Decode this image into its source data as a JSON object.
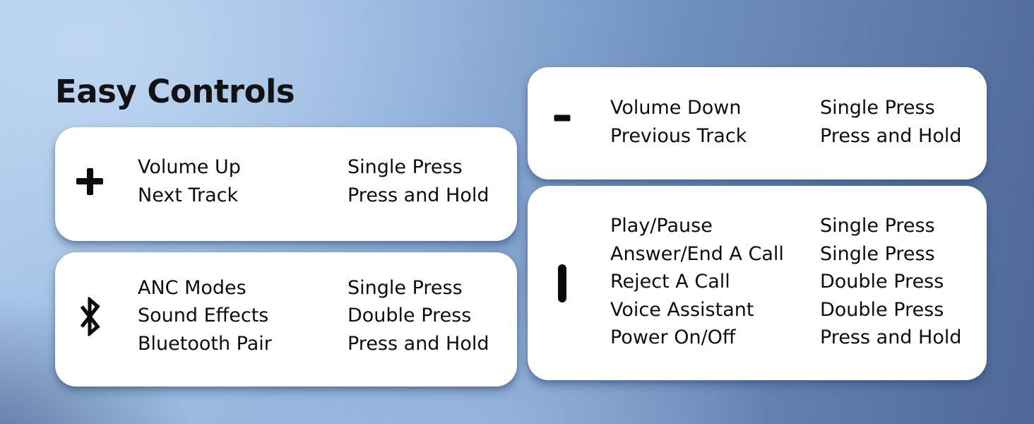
{
  "title": "Easy Controls",
  "cards": [
    {
      "name": "volume-up-next-track",
      "icon": "plus-icon",
      "rows": [
        {
          "action": "Volume Up",
          "gesture": "Single Press"
        },
        {
          "action": "Next Track",
          "gesture": "Press and Hold"
        }
      ]
    },
    {
      "name": "anc-sound-bluetooth",
      "icon": "bluetooth-icon",
      "rows": [
        {
          "action": "ANC Modes",
          "gesture": "Single Press"
        },
        {
          "action": "Sound Effects",
          "gesture": "Double Press"
        },
        {
          "action": "Bluetooth Pair",
          "gesture": "Press and Hold"
        }
      ]
    },
    {
      "name": "volume-down-previous-track",
      "icon": "minus-icon",
      "rows": [
        {
          "action": "Volume Down",
          "gesture": "Single Press"
        },
        {
          "action": "Previous Track",
          "gesture": "Press and Hold"
        }
      ]
    },
    {
      "name": "multifunction-button",
      "icon": "vertical-bar-icon",
      "rows": [
        {
          "action": "Play/Pause",
          "gesture": "Single Press"
        },
        {
          "action": "Answer/End A Call",
          "gesture": "Single Press"
        },
        {
          "action": "Reject A Call",
          "gesture": "Double Press"
        },
        {
          "action": "Voice Assistant",
          "gesture": "Double Press"
        },
        {
          "action": "Power On/Off",
          "gesture": "Press and Hold"
        }
      ]
    }
  ],
  "colors": {
    "background_light": "#b7d1ea",
    "background_dark": "#4d6797",
    "card": "#ffffff",
    "text": "#0e0e0e"
  }
}
